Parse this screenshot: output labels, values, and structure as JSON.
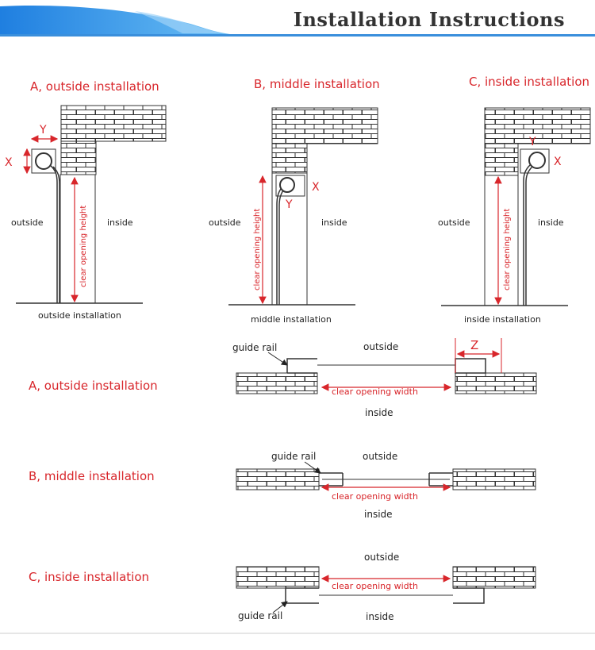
{
  "header": {
    "title": "Installation Instructions",
    "accent_color": "#2a8ee8",
    "rule_color": "#3a8fdc"
  },
  "colors": {
    "label_red": "#d8262b",
    "ink": "#222222"
  },
  "vertical_sections": [
    {
      "heading": "A, outside installation",
      "left_label": "outside",
      "right_label": "inside",
      "height_label": "clear opening height",
      "caption": "outside installation",
      "dim_labels": [
        "X",
        "Y"
      ]
    },
    {
      "heading": "B, middle installation",
      "left_label": "outside",
      "right_label": "inside",
      "height_label": "clear opening height",
      "caption": "middle installation",
      "dim_labels": [
        "X",
        "Y"
      ]
    },
    {
      "heading": "C, inside installation",
      "left_label": "outside",
      "right_label": "inside",
      "height_label": "clear opening height",
      "caption": "inside installation",
      "dim_labels": [
        "Y",
        "X"
      ]
    }
  ],
  "plan_sections": [
    {
      "heading": "A, outside installation",
      "guide_rail": "guide rail",
      "top_label": "outside",
      "bottom_label": "inside",
      "width_label": "clear opening width",
      "dim_label": "Z"
    },
    {
      "heading": "B, middle installation",
      "guide_rail": "guide rail",
      "top_label": "outside",
      "bottom_label": "inside",
      "width_label": "clear opening width"
    },
    {
      "heading": "C, inside installation",
      "guide_rail": "guide rail",
      "top_label": "outside",
      "bottom_label": "inside",
      "width_label": "clear opening width"
    }
  ]
}
